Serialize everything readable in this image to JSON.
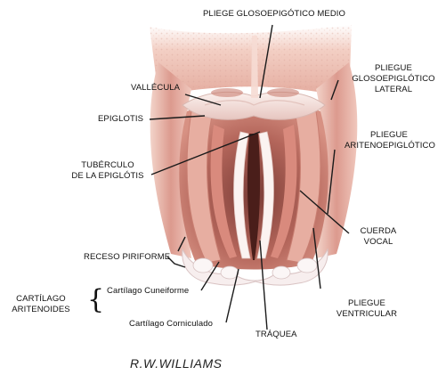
{
  "labels": {
    "pliegue_glosoepiglotico_medio": "PLIEGE GLOSOEPIGÓTICO MEDIO",
    "vallecula": "VALLÉCULA",
    "pliegue_glosoepiglotico_lateral": [
      "PLIEGUE",
      "GLOSOEPIGLÓTICO",
      "LATERAL"
    ],
    "epiglotis": "EPIGLOTIS",
    "pliegue_aritenoepiglotico": [
      "PLIEGUE",
      "ARITENOEPIGLÓTICO"
    ],
    "tuberculo": [
      "TUBÉRCULO",
      "DE LA EPIGLÓTIS"
    ],
    "cuerda_vocal": [
      "CUERDA",
      "VOCAL"
    ],
    "receso_piriforme": "RECESO PIRIFORME",
    "cartilago_aritenoides": [
      "CARTÍLAGO",
      "ARITENOIDES"
    ],
    "cartilago_cuneiforme": "Cartílago Cuneiforme",
    "cartilago_corniculado": "Cartílago Corniculado",
    "pliegue_ventricular": [
      "PLIEGUE",
      "VENTRICULAR"
    ],
    "traquea": "TRÁQUEA"
  },
  "credit": "R.W.WILLIAMS",
  "colors": {
    "tissue_light": "#f2d0c6",
    "tissue_mid": "#dc9a8e",
    "tissue_dark": "#b4665b",
    "membrane": "#f6ecec",
    "leader_line": "#1a1a1a"
  }
}
